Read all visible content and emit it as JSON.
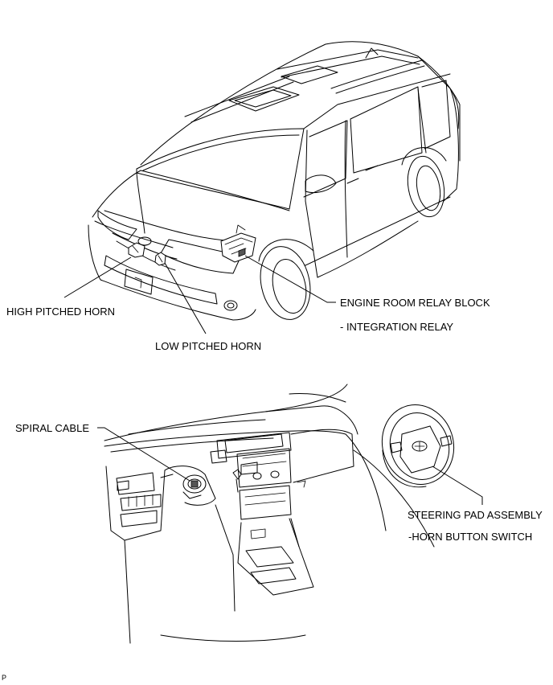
{
  "labels": {
    "high_pitched_horn": "HIGH PITCHED HORN",
    "low_pitched_horn": "LOW PITCHED HORN",
    "engine_room_relay_block": "ENGINE ROOM RELAY BLOCK",
    "integration_relay": "- INTEGRATION RELAY",
    "spiral_cable": "SPIRAL CABLE",
    "steering_pad_assembly": "STEERING PAD ASSEMBLY",
    "horn_button_switch": "-HORN BUTTON SWITCH",
    "corner_mark": "P"
  }
}
